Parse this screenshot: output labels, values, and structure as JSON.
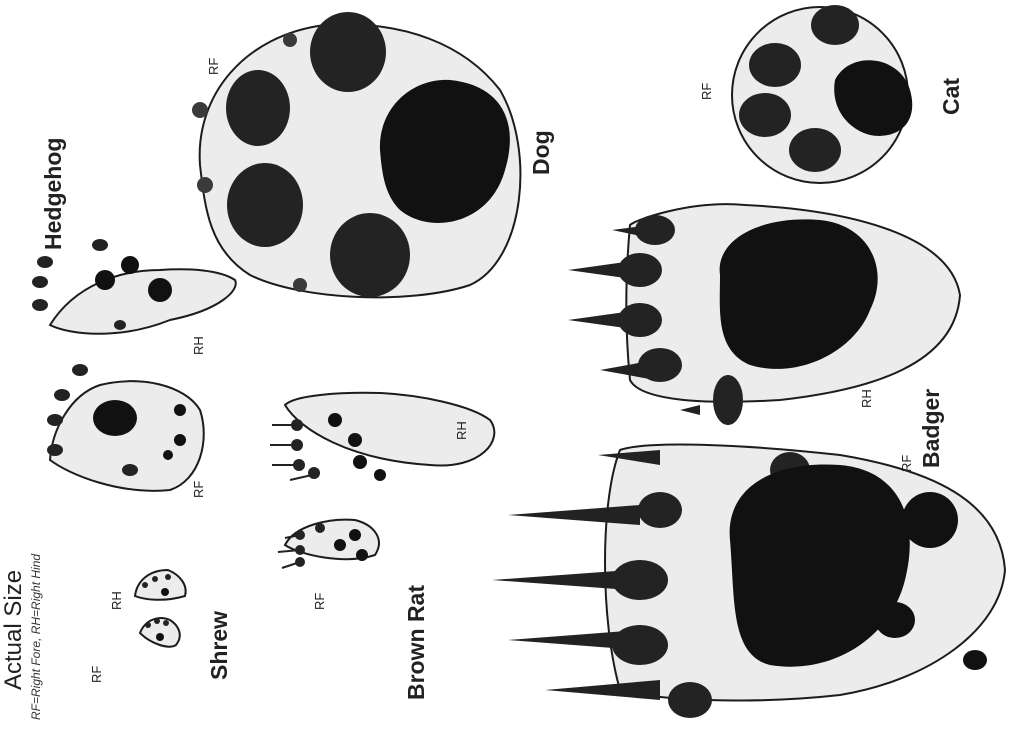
{
  "title": "Actual Size",
  "subtitle": "RF=Right Fore, RH=Right Hind",
  "labels": {
    "rf": "RF",
    "rh": "RH"
  },
  "animals": {
    "shrew": "Shrew",
    "brown_rat": "Brown Rat",
    "hedgehog": "Hedgehog",
    "dog": "Dog",
    "badger": "Badger",
    "cat": "Cat"
  },
  "colors": {
    "pad": "#111111",
    "toe": "#232323",
    "fill": "#ececec",
    "outline": "#1c1c1c"
  }
}
